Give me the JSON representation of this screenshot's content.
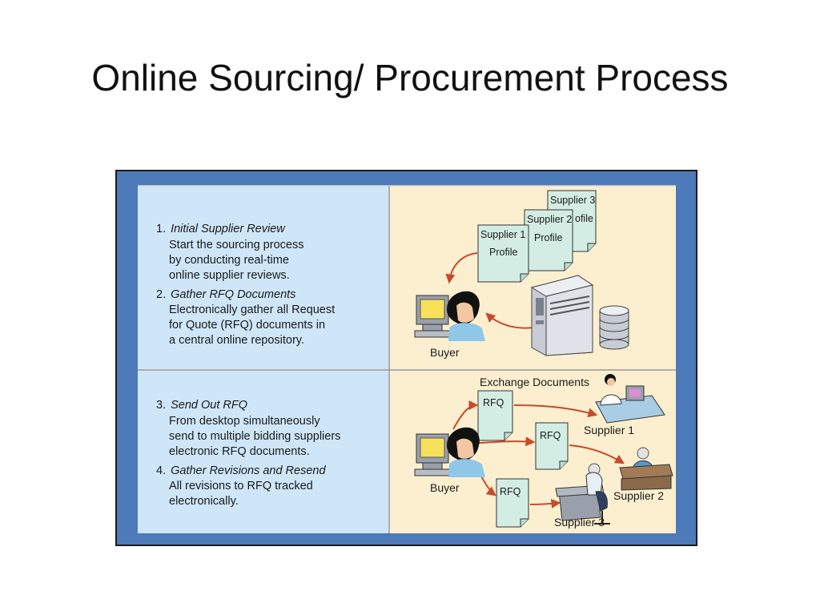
{
  "title": "Online Sourcing/ Procurement Process",
  "steps": [
    {
      "number": "1.",
      "title": "Initial Supplier Review",
      "lines": [
        "Start the sourcing process",
        "by conducting real-time",
        "online supplier reviews."
      ]
    },
    {
      "number": "2.",
      "title": "Gather RFQ Documents",
      "lines": [
        "Electronically gather all Request",
        "for Quote (RFQ) documents in",
        "a central online repository."
      ]
    },
    {
      "number": "3.",
      "title": "Send Out RFQ",
      "lines": [
        "From desktop simultaneously",
        "send to multiple bidding suppliers",
        "electronic RFQ documents."
      ]
    },
    {
      "number": "4.",
      "title": "Gather Revisions and Resend",
      "lines": [
        "All revisions to RFQ tracked",
        "electronically."
      ]
    }
  ],
  "top_diagram": {
    "profiles": [
      {
        "title": "Supplier 3",
        "sub": "ofile"
      },
      {
        "title": "Supplier 2",
        "sub": "Profile"
      },
      {
        "title": "Supplier 1",
        "sub": "Profile"
      }
    ],
    "buyer_label": "Buyer"
  },
  "bottom_diagram": {
    "header": "Exchange Documents",
    "rfq_label": "RFQ",
    "buyer_label": "Buyer",
    "suppliers": [
      "Supplier 1",
      "Supplier 2",
      "Supplier 3"
    ]
  },
  "colors": {
    "frame_blue": "#4d7ab8",
    "left_panel": "#cfe6f8",
    "right_panel": "#fcefcf",
    "document": "#d4ede4",
    "arrow": "#c84a2c"
  }
}
